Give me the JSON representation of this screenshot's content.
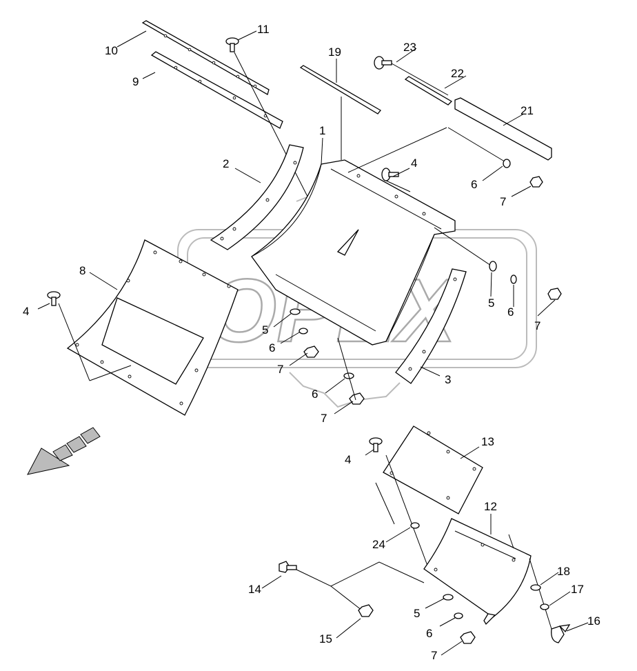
{
  "watermark": {
    "text": "OPEX"
  },
  "callouts": [
    {
      "id": "c1",
      "text": "1"
    },
    {
      "id": "c2",
      "text": "2"
    },
    {
      "id": "c3",
      "text": "3"
    },
    {
      "id": "c4a",
      "text": "4"
    },
    {
      "id": "c4b",
      "text": "4"
    },
    {
      "id": "c4c",
      "text": "4"
    },
    {
      "id": "c5a",
      "text": "5"
    },
    {
      "id": "c5b",
      "text": "5"
    },
    {
      "id": "c5c",
      "text": "5"
    },
    {
      "id": "c6a",
      "text": "6"
    },
    {
      "id": "c6b",
      "text": "6"
    },
    {
      "id": "c6c",
      "text": "6"
    },
    {
      "id": "c6d",
      "text": "6"
    },
    {
      "id": "c6e",
      "text": "6"
    },
    {
      "id": "c7a",
      "text": "7"
    },
    {
      "id": "c7b",
      "text": "7"
    },
    {
      "id": "c7c",
      "text": "7"
    },
    {
      "id": "c7d",
      "text": "7"
    },
    {
      "id": "c7e",
      "text": "7"
    },
    {
      "id": "c8",
      "text": "8"
    },
    {
      "id": "c9",
      "text": "9"
    },
    {
      "id": "c10",
      "text": "10"
    },
    {
      "id": "c11",
      "text": "11"
    },
    {
      "id": "c12",
      "text": "12"
    },
    {
      "id": "c13",
      "text": "13"
    },
    {
      "id": "c14",
      "text": "14"
    },
    {
      "id": "c15",
      "text": "15"
    },
    {
      "id": "c16",
      "text": "16"
    },
    {
      "id": "c17",
      "text": "17"
    },
    {
      "id": "c18",
      "text": "18"
    },
    {
      "id": "c19",
      "text": "19"
    },
    {
      "id": "c21",
      "text": "21"
    },
    {
      "id": "c22",
      "text": "22"
    },
    {
      "id": "c23",
      "text": "23"
    },
    {
      "id": "c24",
      "text": "24"
    }
  ]
}
